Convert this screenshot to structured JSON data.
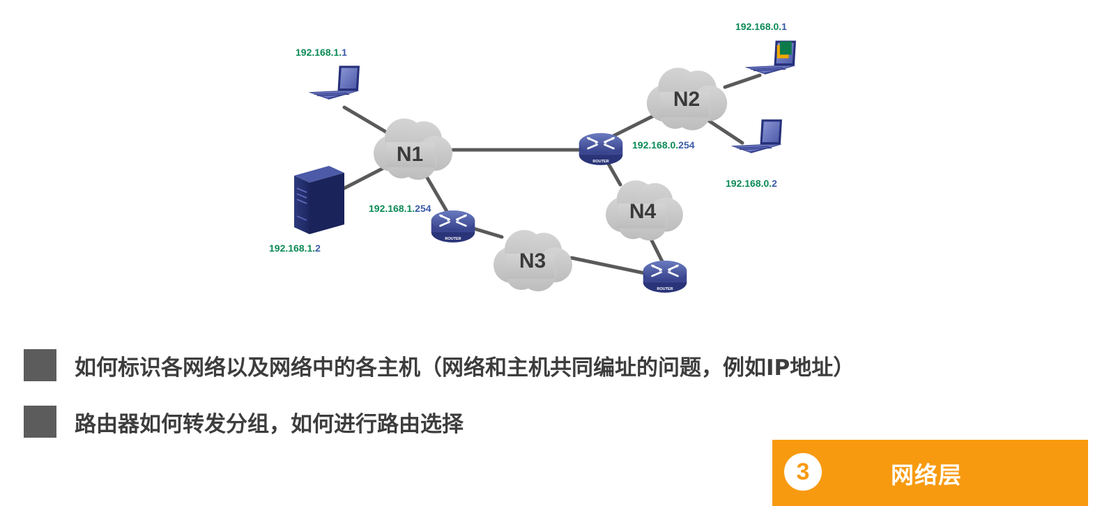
{
  "diagram": {
    "networks": {
      "n1": "N1",
      "n2": "N2",
      "n3": "N3",
      "n4": "N4"
    },
    "router_label": "ROUTER",
    "addresses": {
      "laptop_n1": {
        "prefix": "192.168.1.",
        "host": "1"
      },
      "server_n1": {
        "prefix": "192.168.1.",
        "host": "2"
      },
      "router_n1": {
        "prefix": "192.168.1.",
        "host": "254"
      },
      "laptop_n2_top": {
        "prefix": "192.168.0.",
        "host": "1"
      },
      "laptop_n2_bottom": {
        "prefix": "192.168.0.",
        "host": "2"
      },
      "router_n2": {
        "prefix": "192.168.0.",
        "host": "254"
      }
    }
  },
  "bullets": [
    "如何标识各网络以及网络中的各主机（网络和主机共同编址的问题，例如IP地址）",
    "路由器如何转发分组，如何进行路由选择"
  ],
  "banner": {
    "number": "3",
    "title": "网络层"
  },
  "colors": {
    "prefix_green": "#0b8a55",
    "host_blue": "#3a5ba8",
    "accent_orange": "#f79a10",
    "link_gray": "#5a5a5a",
    "cloud_gray": "#c9c9c9"
  }
}
